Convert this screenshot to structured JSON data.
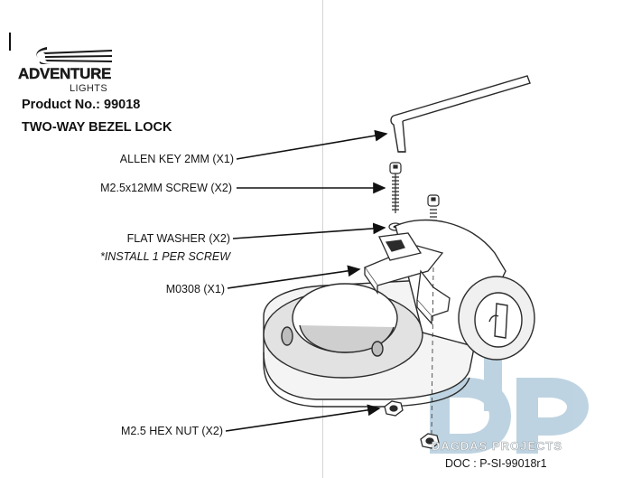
{
  "brand": {
    "name": "ADVENTURE",
    "sub": "LIGHTS"
  },
  "product": {
    "number_line": "Product No.: 99018",
    "title": "TWO-WAY BEZEL LOCK"
  },
  "parts": {
    "allen_key": "ALLEN KEY 2MM (X1)",
    "screw": "M2.5x12MM SCREW (X2)",
    "washer": "FLAT WASHER (X2)",
    "washer_note": "*INSTALL 1 PER SCREW",
    "bracket": "M0308 (X1)",
    "hex_nut": "M2.5 HEX NUT (X2)"
  },
  "doc": "DOC : P-SI-99018r1",
  "watermark": {
    "text": "DAGDAS PROJECTS",
    "icon": "dp-logo-icon",
    "color": "#8fb4cf"
  },
  "colors": {
    "ink": "#111111",
    "outline": "#2b2b2b",
    "shade": "#c9c9c9",
    "watermark_blue": "#8fb4cf"
  }
}
